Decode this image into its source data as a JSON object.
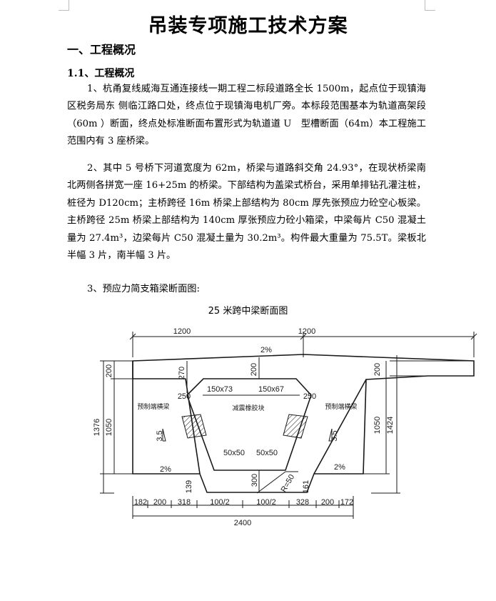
{
  "document": {
    "title": "吊装专项施工技术方案",
    "heading1": "一、工程概况",
    "heading2": "1.1、工程概况",
    "paragraphs": [
      "1、杭甬复线威海互通连接线一期工程二标段道路全长 1500m，起点位于现镇海区税务局东 侧临江路口处，终点位于现镇海电机厂旁。本标段范围基本为轨道高架段（60m ）断面，终点处标准断面布置形式为轨道道 U　型槽断面（64m）本工程施工范围内有 3 座桥梁。",
      "2、其中 5 号桥下河道宽度为 62m，桥梁与道路斜交角 24.93°，在现状桥梁南北两侧各拼宽一座 16+25m 的桥梁。下部结构为盖梁式桥台，采用单排钻孔灌注桩，桩径为 D120cm；主桥跨径 16m 桥梁上部结构为 80cm 厚先张预应力砼空心板梁。主桥跨径 25m 桥梁上部结构为 140cm 厚张预应力砼小箱梁，中梁每片 C50 混凝土量为 27.4m³，边梁每片 C50 混凝土量为 30.2m³。构件最大重量为 75.5T。梁板北半幅 3 片，南半幅 3 片。",
      "3、预应力简支箱梁断面图:"
    ],
    "figure_caption": "25 米跨中梁断面图"
  },
  "drawing": {
    "top_dims": [
      "1200",
      "1200"
    ],
    "slope_top": "2%",
    "slope_left": "2%",
    "slope_right": "2%",
    "left_dims": [
      "200",
      "1050"
    ],
    "left_total": "1376",
    "right_dims": [
      "200",
      "1050"
    ],
    "right_total": "1424",
    "web_top_left": "270",
    "web_top_center": "200",
    "haunch_left": "150x73",
    "haunch_right": "150x67",
    "web_thick_left": "250",
    "web_thick_right": "250",
    "label_left": "预制端横梁",
    "label_right": "预制端横梁",
    "label_center": "减震橡胶块",
    "slope_ratio_left": "3.5",
    "slope_ratio_right": "3.5",
    "fillet_left": "50x50",
    "fillet_right": "50x50",
    "bottom_thick": "300",
    "radius": "R=50",
    "dim_139": "139",
    "dim_161": "161",
    "bottom_dims": [
      "182",
      "200",
      "318",
      "100/2",
      "100/2",
      "328",
      "200",
      "172"
    ],
    "bottom_total": "2400"
  },
  "colors": {
    "text": "#000000",
    "line": "#1a1a1a",
    "corner": "#bdbdbd"
  }
}
